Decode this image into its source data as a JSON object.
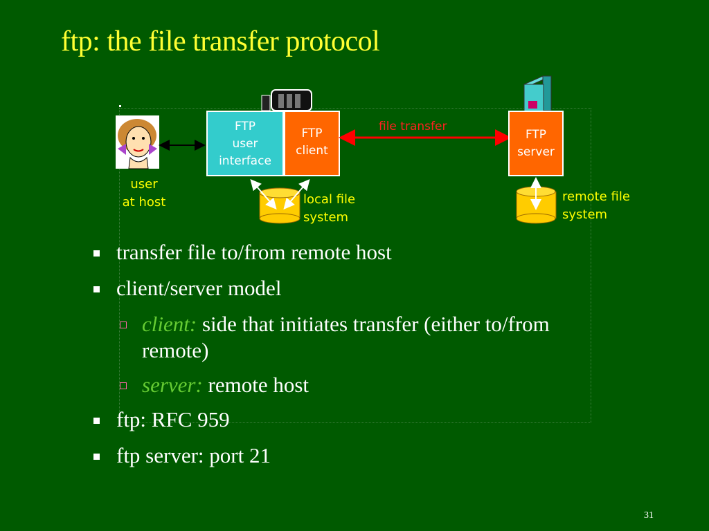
{
  "slide": {
    "title": "ftp: the file transfer protocol",
    "page_number": "31"
  },
  "diagram": {
    "ftp_user_interface": "FTP\nuser\ninterface",
    "ftp_client": "FTP\nclient",
    "ftp_server": "FTP\nserver",
    "file_transfer": "file transfer",
    "user_at_host": "user\nat host",
    "local_file_system": "local file\nsystem",
    "remote_file_system": "remote file\nsystem",
    "colors": {
      "background": "#005a00",
      "title": "#ffff33",
      "user_interface_box": "#33cccc",
      "ftp_box": "#ff6600",
      "disk": "#ffcc00",
      "arrow_red": "#ff0000",
      "label_yellow": "#ffff00"
    },
    "icons": [
      "user-face-icon",
      "host-computer-icon",
      "server-tower-icon",
      "disk-icon"
    ]
  },
  "bullets": [
    {
      "text": "transfer file to/from remote host"
    },
    {
      "text": "client/server model"
    },
    {
      "emph": "client:",
      "text": " side that initiates transfer (either to/from remote)"
    },
    {
      "emph": "server:",
      "text": " remote host"
    },
    {
      "text": "ftp: RFC 959"
    },
    {
      "text": "ftp server: port 21"
    }
  ]
}
